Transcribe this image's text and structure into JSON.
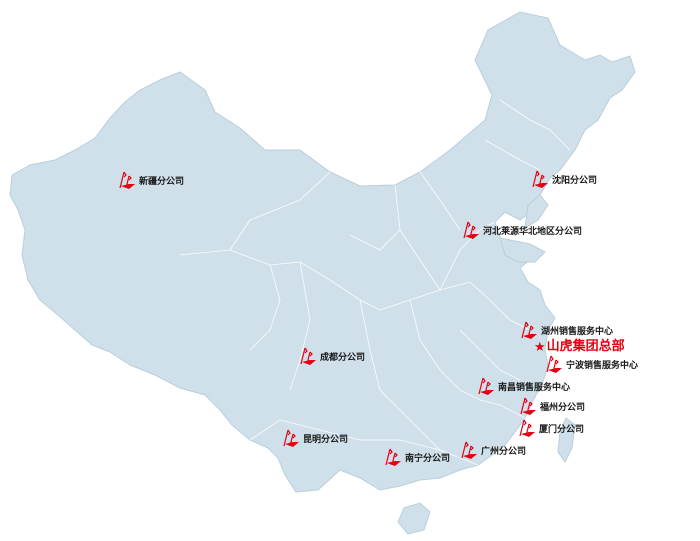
{
  "map": {
    "land_color": "#cfe0ea",
    "border_color": "#ffffff",
    "marker_color": "#e60012"
  },
  "headquarters": {
    "label": "山虎集团总部"
  },
  "offices": [
    {
      "key": "xinjiang",
      "label": "新疆分公司"
    },
    {
      "key": "shenyang",
      "label": "沈阳分公司"
    },
    {
      "key": "hebei",
      "label": "河北莱源华北地区分公司"
    },
    {
      "key": "huzhou",
      "label": "湖州销售服务中心"
    },
    {
      "key": "ningbo",
      "label": "宁波销售服务中心"
    },
    {
      "key": "chengdu",
      "label": "成都分公司"
    },
    {
      "key": "nanchang",
      "label": "南昌销售服务中心"
    },
    {
      "key": "fuzhou",
      "label": "福州分公司"
    },
    {
      "key": "xiamen",
      "label": "厦门分公司"
    },
    {
      "key": "kunming",
      "label": "昆明分公司"
    },
    {
      "key": "nanning",
      "label": "南宁分公司"
    },
    {
      "key": "guangzhou",
      "label": "广州分公司"
    }
  ]
}
